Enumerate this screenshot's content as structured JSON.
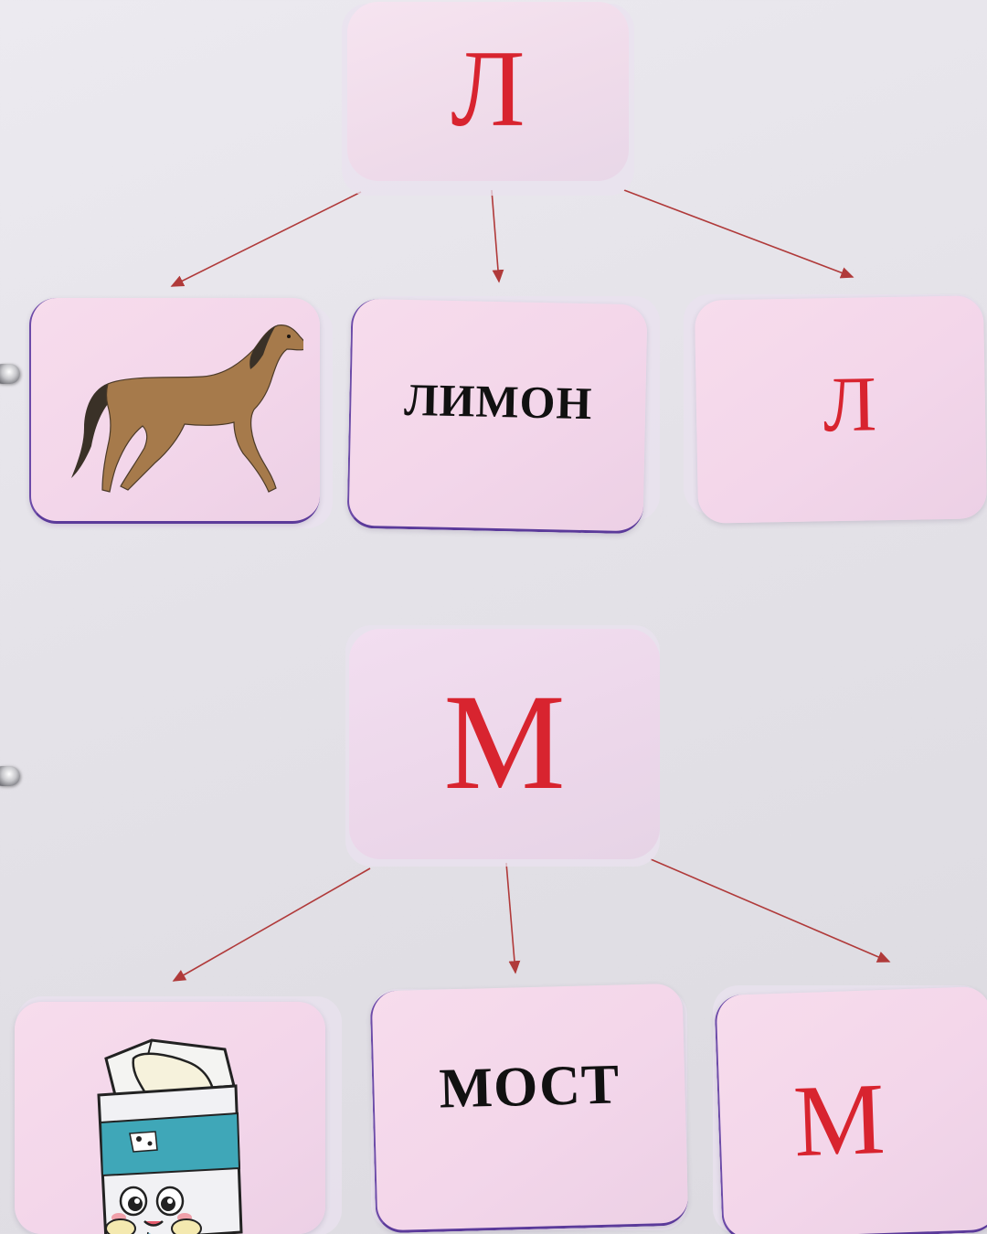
{
  "groups": [
    {
      "letter": "Л",
      "word": "ЛИМОН",
      "small_letter": "Л",
      "picture": "horse-icon"
    },
    {
      "letter": "М",
      "word": "МОСТ",
      "small_letter": "М",
      "picture": "milk-carton-icon"
    }
  ],
  "colors": {
    "letter": "#d8242f",
    "card": "#f5d9eb",
    "arrow": "#b03a3a",
    "text": "#111111"
  }
}
